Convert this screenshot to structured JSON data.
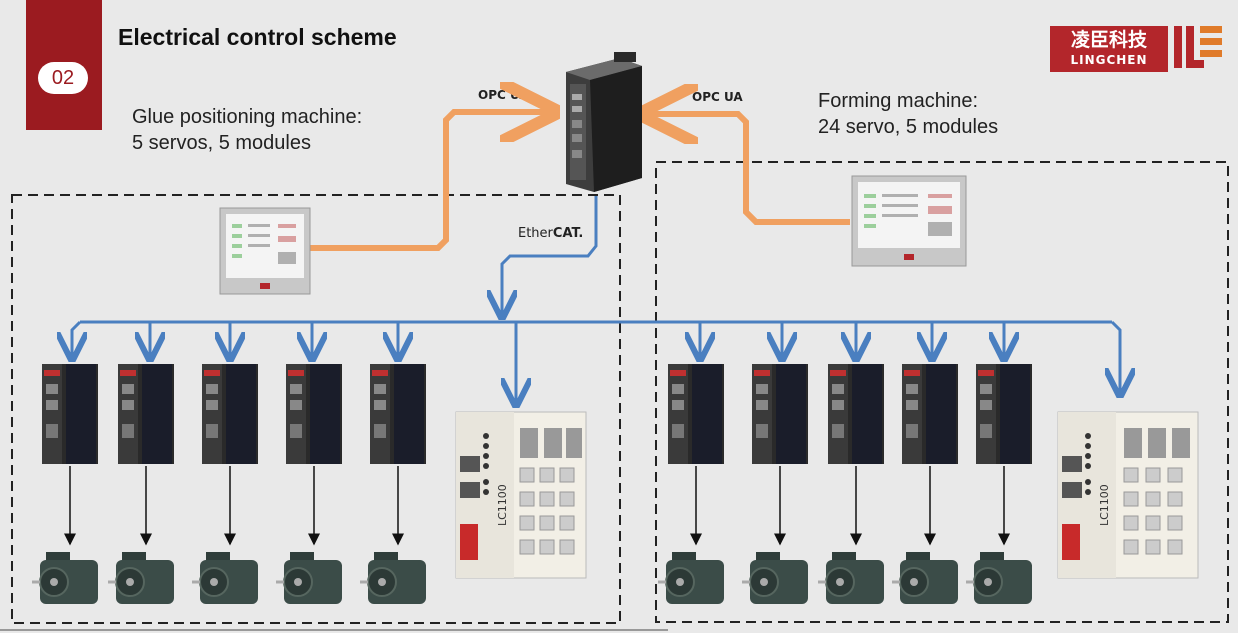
{
  "slide": {
    "number": "02",
    "title": "Electrical control scheme"
  },
  "logo": {
    "chinese": "凌臣科技",
    "english": "LINGCHEN"
  },
  "left_machine": {
    "line1": "Glue positioning machine:",
    "line2": "5 servos, 5 modules"
  },
  "right_machine": {
    "line1": "Forming machine:",
    "line2": "24 servo, 5 modules"
  },
  "protocols": {
    "opc_left": "OPC UA",
    "opc_right": "OPC UA",
    "ethercat_prefix": "Ether",
    "ethercat_suffix": "CAT."
  },
  "io_module": {
    "model": "LC1100"
  },
  "colors": {
    "accent": "#9b1b20",
    "opc_link": "#f0a060",
    "ethercat_link": "#4a7fc0"
  }
}
